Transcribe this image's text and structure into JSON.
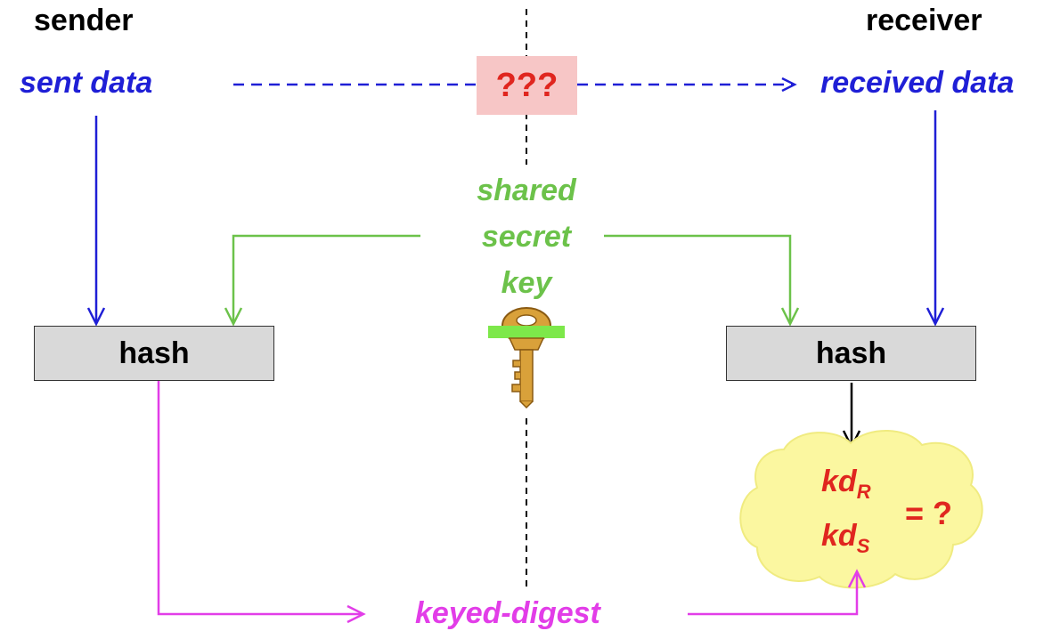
{
  "sender_label": "sender",
  "receiver_label": "receiver",
  "sent_data": "sent data",
  "received_data": "received data",
  "channel_unknown": "???",
  "key_lines": [
    "shared",
    "secret",
    "key"
  ],
  "hash_sender": "hash",
  "hash_receiver": "hash",
  "keyed_digest": "keyed-digest",
  "comparison": {
    "kd_receiver_base": "kd",
    "kd_receiver_sub": "R",
    "kd_sender_base": "kd",
    "kd_sender_sub": "S",
    "equals_question": "= ?"
  },
  "colors": {
    "data_blue": "#1f1fd6",
    "key_green": "#6cc24a",
    "digest_magenta": "#e23de8",
    "alert_red": "#e0261f",
    "unknown_bg": "#f7c6c6",
    "cloud_yellow": "#fbf7a0",
    "key_gold": "#d9a13a",
    "key_band": "#7de84a"
  },
  "icons": [
    "key-icon",
    "cloud-icon"
  ]
}
